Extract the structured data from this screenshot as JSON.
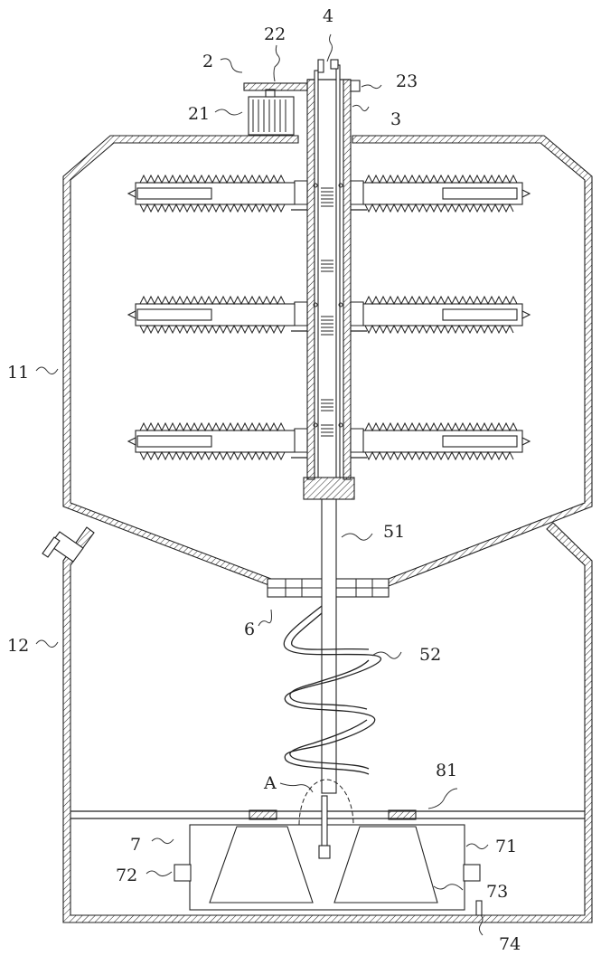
{
  "labels": {
    "l2": "2",
    "l22": "22",
    "l4": "4",
    "l23": "23",
    "l21": "21",
    "l3": "3",
    "l11": "11",
    "l51": "51",
    "l6": "6",
    "l12": "12",
    "l52": "52",
    "lA": "A",
    "l81": "81",
    "l7": "7",
    "l71": "71",
    "l72": "72",
    "l73": "73",
    "l74": "74"
  }
}
